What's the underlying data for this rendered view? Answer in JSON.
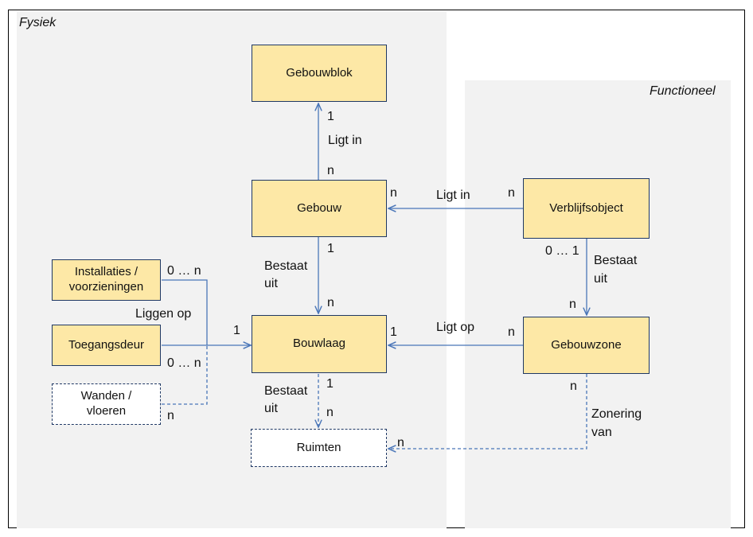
{
  "regions": {
    "physical": "Fysiek",
    "functional": "Functioneel"
  },
  "boxes": {
    "gebouwblok": "Gebouwblok",
    "gebouw": "Gebouw",
    "verblijfsobject": "Verblijfsobject",
    "bouwlaag": "Bouwlaag",
    "gebouwzone": "Gebouwzone",
    "installaties": "Installaties / voorzieningen",
    "toegangsdeur": "Toegangsdeur",
    "wanden": "Wanden / vloeren",
    "ruimten": "Ruimten"
  },
  "relations": {
    "gebouw_gebouwblok": {
      "label": "Ligt in",
      "top_mult": "1",
      "bottom_mult": "n"
    },
    "verblijf_gebouw": {
      "label": "Ligt in",
      "left_mult": "n",
      "right_mult": "n"
    },
    "gebouw_bouwlaag": {
      "label_line1": "Bestaat",
      "label_line2": "uit",
      "top_mult": "1",
      "bottom_mult": "n"
    },
    "verblijf_gebouwzone": {
      "label_line1": "Bestaat",
      "label_line2": "uit",
      "top_mult": "0 … 1",
      "bottom_mult": "n"
    },
    "gebouwzone_bouwlaag": {
      "label": "Ligt op",
      "left_mult": "1",
      "right_mult": "n"
    },
    "elements_bouwlaag": {
      "label": "Liggen op",
      "target_mult": "1",
      "installaties_mult": "0 … n",
      "toegangsdeur_mult": "0 … n",
      "wanden_mult": "n"
    },
    "bouwlaag_ruimten": {
      "label_line1": "Bestaat",
      "label_line2": "uit",
      "top_mult": "1",
      "bottom_mult": "n"
    },
    "gebouwzone_ruimten": {
      "label_line1": "Zonering",
      "label_line2": "van",
      "top_mult": "n",
      "end_mult": "n"
    }
  },
  "colors": {
    "box_fill": "#fde8a6",
    "box_border": "#1f3864",
    "line": "#4a76b8",
    "region_fill": "#f2f2f2"
  }
}
